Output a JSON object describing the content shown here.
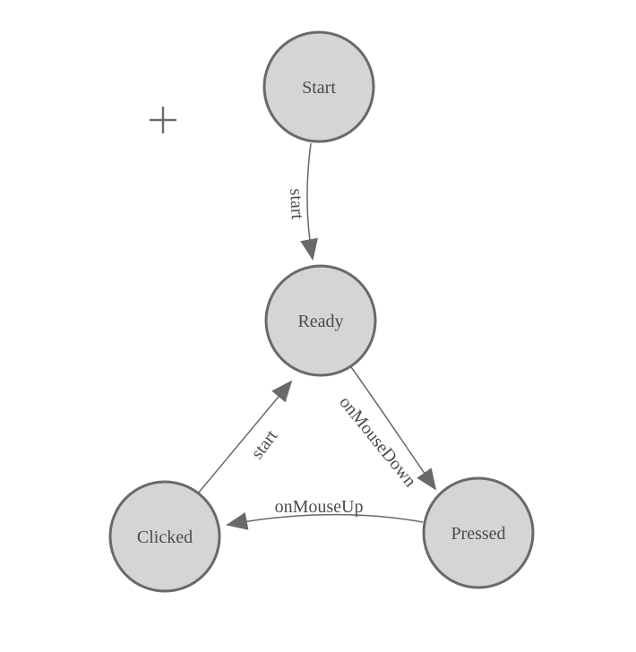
{
  "app": {
    "name": "Finite state machine diagram",
    "background_color": "#ffffff"
  },
  "style": {
    "node_fill": "#d5d5d5",
    "node_stroke": "#696969",
    "edge_color": "#696969",
    "arrow_color": "#696969",
    "label_color": "#4c4c4c"
  },
  "icons": {
    "plus": "plus-icon"
  },
  "diagram": {
    "nodes": [
      {
        "id": "start",
        "label": "Start"
      },
      {
        "id": "ready",
        "label": "Ready"
      },
      {
        "id": "clicked",
        "label": "Clicked"
      },
      {
        "id": "pressed",
        "label": "Pressed"
      }
    ],
    "edges": [
      {
        "id": "start-to-ready",
        "from": "Start",
        "to": "Ready",
        "label": "start"
      },
      {
        "id": "ready-to-pressed",
        "from": "Ready",
        "to": "Pressed",
        "label": "onMouseDown"
      },
      {
        "id": "pressed-to-clicked",
        "from": "Pressed",
        "to": "Clicked",
        "label": "onMouseUp"
      },
      {
        "id": "clicked-to-ready",
        "from": "Clicked",
        "to": "Ready",
        "label": "start"
      }
    ]
  }
}
